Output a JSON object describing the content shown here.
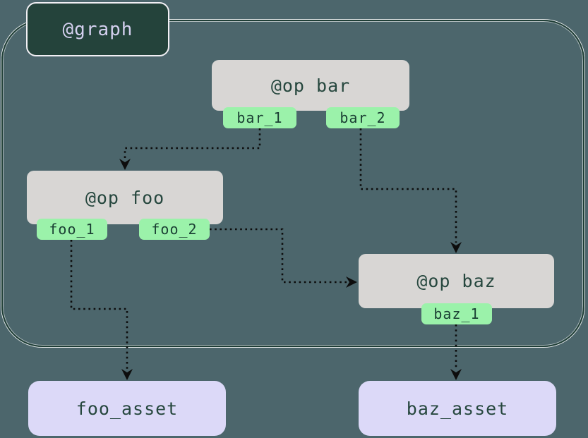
{
  "graph": {
    "label": "@graph"
  },
  "ops": {
    "bar": {
      "label": "@op bar",
      "outputs": [
        "bar_1",
        "bar_2"
      ]
    },
    "foo": {
      "label": "@op foo",
      "outputs": [
        "foo_1",
        "foo_2"
      ]
    },
    "baz": {
      "label": "@op baz",
      "outputs": [
        "baz_1"
      ]
    }
  },
  "assets": {
    "foo": {
      "label": "foo_asset"
    },
    "baz": {
      "label": "baz_asset"
    }
  },
  "edges": [
    {
      "from": "bar_1",
      "to": "@op foo"
    },
    {
      "from": "bar_2",
      "to": "@op baz"
    },
    {
      "from": "foo_1",
      "to": "foo_asset"
    },
    {
      "from": "foo_2",
      "to": "@op baz"
    },
    {
      "from": "baz_1",
      "to": "baz_asset"
    }
  ],
  "colors": {
    "background": "#4C666C",
    "container_border": "#1F3E36",
    "container_highlight": "#FFFFFF",
    "graph_label_bg": "#24433B",
    "graph_label_text": "#D4D0EF",
    "op_fill": "#D8D6D4",
    "op_text": "#26473E",
    "output_fill": "#9BF2AA",
    "output_text": "#1B4034",
    "asset_fill": "#DCD9F8",
    "asset_text": "#26473E",
    "edge": "#0D0D0D"
  }
}
